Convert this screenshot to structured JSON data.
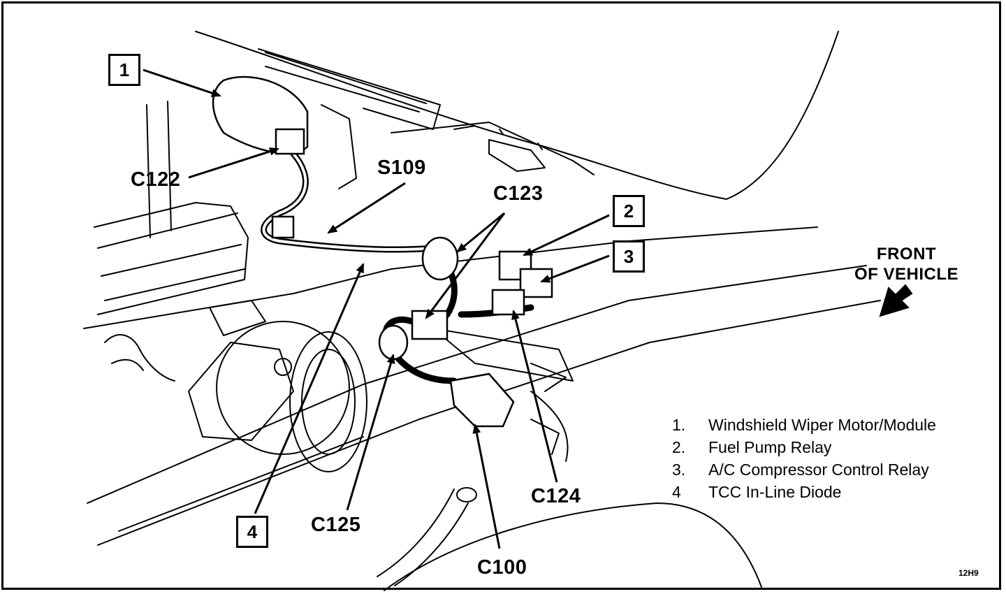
{
  "callouts": {
    "box1": "1",
    "box2": "2",
    "box3": "3",
    "box4": "4"
  },
  "connectors": {
    "c122": "C122",
    "s109": "S109",
    "c123": "C123",
    "c124": "C124",
    "c125": "C125",
    "c100": "C100"
  },
  "direction": {
    "line1": "FRONT",
    "line2": "OF VEHICLE"
  },
  "legend": {
    "items": [
      {
        "num": "1.",
        "text": "Windshield Wiper Motor/Module"
      },
      {
        "num": "2.",
        "text": "Fuel Pump Relay"
      },
      {
        "num": "3.",
        "text": "A/C Compressor Control Relay"
      },
      {
        "num": "4",
        "text": "TCC In-Line Diode"
      }
    ]
  },
  "figure_id": "12H9"
}
